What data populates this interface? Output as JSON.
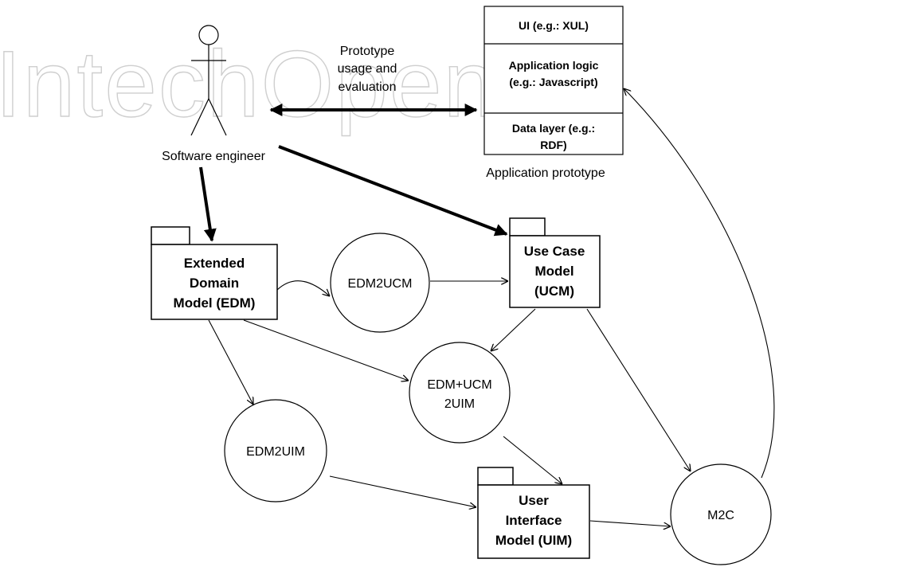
{
  "watermark": "IntechOpen",
  "actor": {
    "label": "Software engineer"
  },
  "interaction": {
    "lines": [
      "Prototype",
      "usage and",
      "evaluation"
    ]
  },
  "prototype": {
    "caption": "Application prototype",
    "layers": [
      {
        "lines": [
          "UI (e.g.: XUL)"
        ]
      },
      {
        "lines": [
          "Application logic",
          "(e.g.: Javascript)"
        ]
      },
      {
        "lines": [
          "Data layer (e.g.:",
          "RDF)"
        ]
      }
    ]
  },
  "models": {
    "edm": {
      "lines": [
        "Extended",
        "Domain",
        "Model (EDM)"
      ]
    },
    "ucm": {
      "lines": [
        "Use Case",
        "Model",
        "(UCM)"
      ]
    },
    "uim": {
      "lines": [
        "User",
        "Interface",
        "Model (UIM)"
      ]
    }
  },
  "transformations": {
    "edm2ucm": {
      "lines": [
        "EDM2UCM"
      ]
    },
    "edmucm2uim": {
      "lines": [
        "EDM+UCM",
        "2UIM"
      ]
    },
    "edm2uim": {
      "lines": [
        "EDM2UIM"
      ]
    },
    "m2c": {
      "lines": [
        "M2C"
      ]
    }
  }
}
